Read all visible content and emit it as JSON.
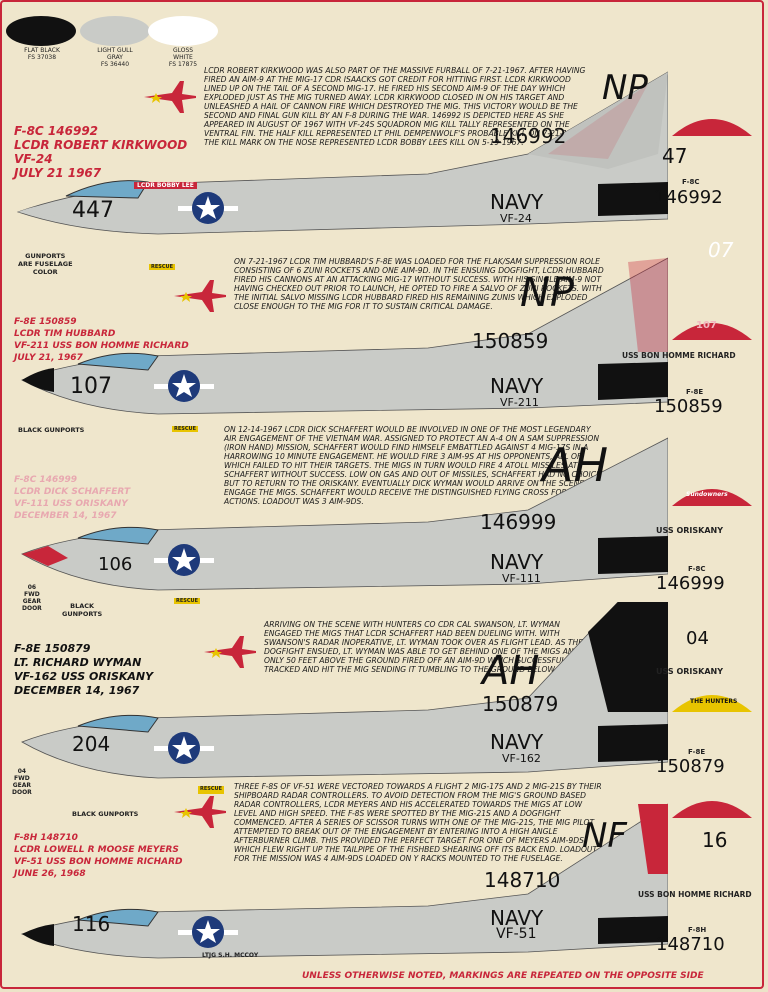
{
  "colors": {
    "red": "#c8263a",
    "gull_gray": "#c9cbc7",
    "flat_black": "#111111",
    "gloss_white": "#ffffff",
    "background": "#efe6cc",
    "navy_blue": "#1e3a7a"
  },
  "swatches": [
    {
      "lines": [
        "FLAT BLACK",
        "FS 37038"
      ],
      "hex": "#111111"
    },
    {
      "lines": [
        "LIGHT GULL",
        "GRAY",
        "FS 36440"
      ],
      "hex": "#c9cbc7"
    },
    {
      "lines": [
        "GLOSS",
        "WHITE",
        "FS 17875"
      ],
      "hex": "#ffffff"
    }
  ],
  "aircraft": [
    {
      "header": [
        "F-8C 146992",
        "LCDR ROBERT KIRKWOOD",
        "VF-24",
        "JULY 21 1967"
      ],
      "story": "LCDR ROBERT KIRKWOOD WAS ALSO PART OF THE MASSIVE FURBALL OF 7-21-1967. AFTER HAVING FIRED AN AIM-9 AT THE MIG-17 CDR ISAACKS GOT CREDIT FOR HITTING FIRST. LCDR KIRKWOOD LINED UP ON THE TAIL OF A SECOND MIG-17. HE FIRED HIS SECOND AIM-9 OF THE DAY WHICH EXPLODED JUST AS THE MIG TURNED AWAY. LCDR KIRKWOOD CLOSED IN ON HIS TARGET AND UNLEASHED A HAIL OF CANNON FIRE WHICH DESTROYED THE MIG. THIS VICTORY WOULD BE THE SECOND AND FINAL GUN KILL BY AN F-8 DURING THE WAR. 146992 IS DEPICTED HERE AS SHE APPEARED IN AUGUST OF 1967 WITH VF-24s SQUADRON MIG KILL TALLY REPRESENTED ON THE VENTRAL FIN. THE HALF KILL REPRESENTED LT PHIL DEMPENWOLF's PROBABLE KILL ON 7-21-1967. THE KILL MARK ON THE NOSE REPRESENTED LCDR BOBBY LEEs KILL ON 5-19-1967.",
      "tail_code": "NP",
      "serial": "146992",
      "modex": "447",
      "navy": "NAVY",
      "squadron": "VF-24",
      "pilot_name": "LCDR BOBBY LEE",
      "callout_top": "47",
      "callout_type": "F-8C",
      "callout_serial": "146992",
      "notes": [
        "GUNPORTS",
        "ARE FUSELAGE",
        "COLOR"
      ],
      "rescue": "RESCUE"
    },
    {
      "header": [
        "F-8E 150859",
        "LCDR TIM HUBBARD",
        "VF-211 USS BON HOMME RICHARD",
        "JULY 21, 1967"
      ],
      "story": "ON 7-21-1967 LCDR TIM HUBBARD'S F-8E WAS LOADED FOR THE FLAK/SAM SUPPRESSION ROLE CONSISTING OF 6 ZUNI ROCKETS AND ONE AIM-9D. IN THE ENSUING DOGFIGHT, LCDR HUBBARD FIRED HIS CANNONS AT AN ATTACKING MIG-17 WITHOUT SUCCESS. WITH HIS SINGLE AIM-9 NOT HAVING CHECKED OUT PRIOR TO LAUNCH, HE OPTED TO FIRE A SALVO OF ZUNI ROCKETS. WITH THE INITIAL SALVO MISSING LCDR HUBBARD FIRED HIS REMAINING ZUNIs WHICH EXPLODED CLOSE ENOUGH TO THE MIG FOR IT TO SUSTAIN CRITICAL DAMAGE.",
      "tail_code": "NP",
      "serial": "150859",
      "modex": "107",
      "navy": "NAVY",
      "squadron": "VF-211",
      "callout_top": "07",
      "callout_badge": "107",
      "callout_ship": "USS BON HOMME RICHARD",
      "callout_type": "F-8E",
      "callout_serial": "150859",
      "notes": [
        "BLACK GUNPORTS"
      ],
      "rescue": "RESCUE"
    },
    {
      "header": [
        "F-8C 146999",
        "LCDR DICK SCHAFFERT",
        "VF-111 USS ORISKANY",
        "DECEMBER 14, 1967"
      ],
      "story": "ON 12-14-1967 LCDR DICK SCHAFFERT WOULD BE INVOLVED IN ONE OF THE MOST LEGENDARY AIR ENGAGEMENT OF THE VIETNAM WAR. ASSIGNED TO PROTECT AN A-4 ON A SAM SUPPRESSION (IRON HAND) MISSION, SCHAFFERT WOULD FIND HIMSELF EMBATTLED AGAINST 4 MIG-17s IN A HARROWING 10 MINUTE ENGAGEMENT. HE WOULD FIRE 3 AIM-9s AT HIS OPPONENTS, ALL OF WHICH FAILED TO HIT THEIR TARGETS. THE MIGS IN TURN WOULD FIRE 4 ATOLL MISSILES AT SCHAFFERT WITHOUT SUCCESS. LOW ON GAS AND OUT OF MISSILES, SCHAFFERT HAD NO CHOICE BUT TO RETURN TO THE ORISKANY. EVENTUALLY DICK WYMAN WOULD ARRIVE ON THE SCENE TO ENGAGE THE MIGs. SCHAFFERT WOULD RECEIVE THE DISTINGUISHED FLYING CROSS FOR HIS ACTIONS. LOADOUT WAS 3 AIM-9Ds.",
      "tail_code": "AH",
      "serial": "146999",
      "modex": "106",
      "navy": "NAVY",
      "squadron": "VF-111",
      "callout_badge": "Sundowners",
      "callout_ship": "USS ORISKANY",
      "callout_type": "F-8C",
      "callout_serial": "146999",
      "gear": [
        "06",
        "FWD",
        "GEAR",
        "DOOR"
      ],
      "notes": [
        "BLACK",
        "GUNPORTS"
      ],
      "rescue": "RESCUE"
    },
    {
      "header": [
        "F-8E 150879",
        "LT. RICHARD WYMAN",
        "VF-162 USS ORISKANY",
        "DECEMBER 14, 1967"
      ],
      "story": "ARRIVING ON THE SCENE WITH HUNTERS CO CDR CAL SWANSON, LT. WYMAN ENGAGED THE MIGS THAT LCDR SCHAFFERT HAD BEEN DUELING WITH. WITH SWANSON'S RADAR INOPERATIVE, LT. WYMAN TOOK OVER AS FLIGHT LEAD. AS THE DOGFIGHT ENSUED, LT. WYMAN WAS ABLE TO GET BEHIND ONE OF THE MIGS AND AT ONLY 50 FEET ABOVE THE GROUND FIRED OFF AN AIM-9D WHICH SUCCESSFULLY TRACKED AND HIT THE MIG SENDING IT TUMBLING TO THE GROUND BELOW.",
      "tail_code": "AH",
      "serial": "150879",
      "modex": "204",
      "navy": "NAVY",
      "squadron": "VF-162",
      "callout_top": "04",
      "callout_badge": "THE HUNTERS",
      "callout_ship": "USS ORISKANY",
      "callout_type": "F-8E",
      "callout_serial": "150879",
      "gear": [
        "04",
        "FWD",
        "GEAR",
        "DOOR"
      ],
      "notes": [
        "BLACK GUNPORTS"
      ],
      "rescue": "RESCUE"
    },
    {
      "header": [
        "F-8H 148710",
        "LCDR LOWELL R MOOSE MEYERS",
        "VF-51 USS BON HOMME RICHARD",
        "JUNE 26, 1968"
      ],
      "story": "THREE F-8s OF VF-51 WERE VECTORED TOWARDS A FLIGHT 2 MIG-17s AND 2 MIG-21s BY THEIR SHIPBOARD RADAR CONTROLLERS. TO AVOID DETECTION FROM THE MIG's GROUND BASED RADAR CONTROLLERS, LCDR MEYERS AND HIS ACCELERATED TOWARDS THE MIGS AT LOW LEVEL AND HIGH SPEED. THE F-8s WERE SPOTTED BY THE MIG-21s AND A DOGFIGHT COMMENCED. AFTER A SERIES OF SCISSOR TURNS WITH ONE OF THE MIG-21s, THE MIG PILOT ATTEMPTED TO BREAK OUT OF THE ENGAGEMENT BY ENTERING INTO A HIGH ANGLE AFTERBURNER CLIMB. THIS PROVIDED THE PERFECT TARGET FOR ONE OF MEYERS AIM-9Ds WHICH FLEW RIGHT UP THE TAILPIPE OF THE FISHBED SHEARING OFF ITS BACK END. LOADOUT FOR THE MISSION WAS 4 AIM-9Ds LOADED ON Y RACKS MOUNTED TO THE FUSELAGE.",
      "tail_code": "NF",
      "serial": "148710",
      "modex": "116",
      "navy": "NAVY",
      "squadron": "VF-51",
      "pilot_name": "LTJG S.H. McCOY",
      "callout_top": "16",
      "callout_ship": "USS BON HOMME RICHARD",
      "callout_type": "F-8H",
      "callout_serial": "148710",
      "rescue": "RESCUE"
    }
  ],
  "footer": "UNLESS OTHERWISE NOTED, MARKINGS ARE REPEATED ON THE OPPOSITE SIDE"
}
